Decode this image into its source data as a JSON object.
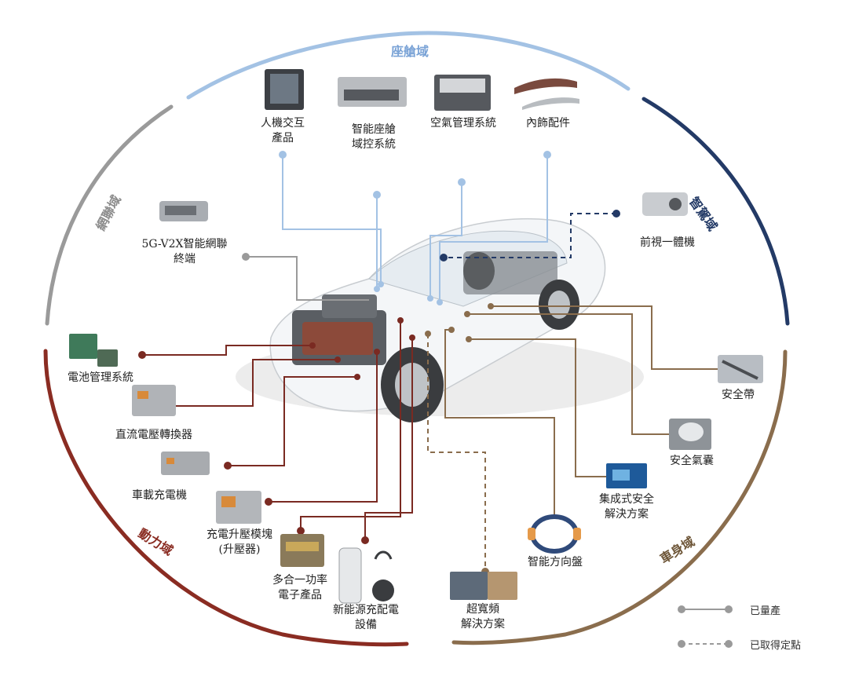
{
  "domains": {
    "cockpit": "座艙域",
    "intelligent_driving": "智駕域",
    "connectivity": "網聯域",
    "powertrain": "動力域",
    "body": "車身域"
  },
  "colors": {
    "cockpit": "#9cbde0",
    "intelligent_driving": "#233a66",
    "connectivity": "#8c8c8c",
    "powertrain": "#7a2a22",
    "body": "#8a6d4d"
  },
  "products": {
    "hmi": [
      "人機交互",
      "產品"
    ],
    "cockpit_controller": [
      "智能座艙",
      "域控系統"
    ],
    "hvac": [
      "空氣管理系統"
    ],
    "interior": [
      "內飾配件"
    ],
    "front_camera": [
      "前視一體機"
    ],
    "v2x": [
      "5G-V2X智能網聯",
      "終端"
    ],
    "bms": [
      "電池管理系統"
    ],
    "dcdc": [
      "直流電壓轉換器"
    ],
    "obc": [
      "車載充電機"
    ],
    "boost": [
      "充電升壓模塊",
      "(升壓器)"
    ],
    "power_electronics": [
      "多合一功率",
      "電子產品"
    ],
    "charging": [
      "新能源充配電",
      "設備"
    ],
    "uwb": [
      "超寬頻",
      "解決方案"
    ],
    "steering": [
      "智能方向盤"
    ],
    "integrated_safety": [
      "集成式安全",
      "解決方案"
    ],
    "airbag": [
      "安全氣囊"
    ],
    "seatbelt": [
      "安全帶"
    ]
  },
  "legend": {
    "mass_production": "已量產",
    "nominated": "已取得定點"
  }
}
